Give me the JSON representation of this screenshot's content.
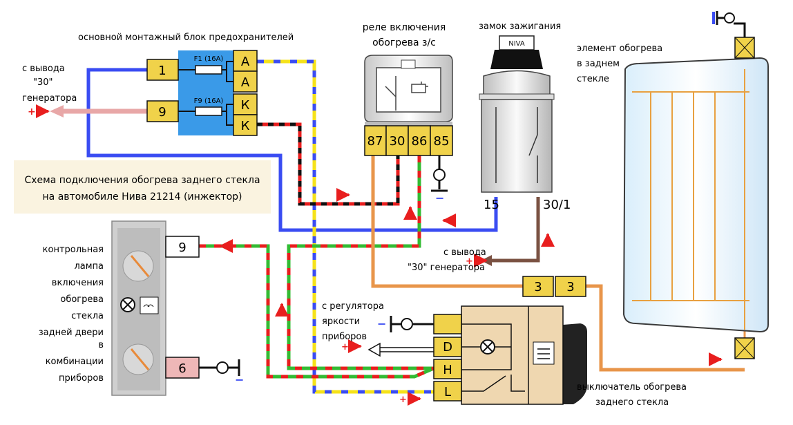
{
  "title_box": {
    "line1": "Схема подключения обогрева заднего стекла",
    "line2": "на автомобиле Нива 21214 (инжектор)"
  },
  "fuse_block": {
    "label": "основной монтажный блок предохранителей",
    "left_pins": [
      "1",
      "9"
    ],
    "right_pins": [
      "А",
      "А",
      "К",
      "К"
    ],
    "fuses": [
      "F1 (16А)",
      "F9 (16А)"
    ]
  },
  "relay": {
    "label_line1": "реле включения",
    "label_line2": "обогрева з/с",
    "pins": [
      "87",
      "30",
      "86",
      "85"
    ]
  },
  "ignition": {
    "label": "замок зажигания",
    "brand": "NIVA",
    "pin_15": "15",
    "pin_30_1": "30/1"
  },
  "heater": {
    "label_line1": "элемент обогрева",
    "label_line2": "в заднем",
    "label_line3": "стекле"
  },
  "generator_left": {
    "line1": "с вывода",
    "line2": "\"30\"",
    "line3": "генератора"
  },
  "generator_mid": {
    "line1": "с вывода",
    "line2": "\"30\" генератора"
  },
  "connector_3": [
    "3",
    "3"
  ],
  "dimmer": {
    "line1": "с регулятора",
    "line2": "яркости",
    "line3": "приборов"
  },
  "cluster": {
    "label": [
      "контрольная",
      "лампа",
      "включения",
      "обогрева",
      "стекла",
      "задней двери",
      "в",
      "комбинации",
      "приборов"
    ],
    "pin_9": "9",
    "pin_6": "6"
  },
  "switch": {
    "pins": [
      "D",
      "H",
      "L"
    ],
    "label_line1": "выключатель обогрева",
    "label_line2": "заднего стекла"
  },
  "signs": {
    "plus": "+",
    "minus": "−"
  },
  "colors": {
    "blue": "#3a4cf2",
    "pink": "#e8a7a7",
    "yellow": "#f5e21a",
    "red": "#e81e1e",
    "green": "#33bb33",
    "black": "#111111",
    "orange": "#e8954a",
    "brown": "#7a5142",
    "connector_fill": "#f0d24a",
    "heater_grid": "#e8a040"
  }
}
